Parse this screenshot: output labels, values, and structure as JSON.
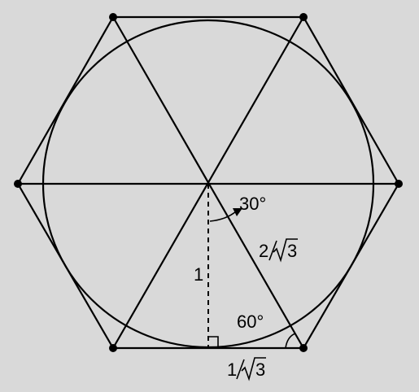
{
  "diagram": {
    "labels": {
      "angle_top": "30°",
      "hypotenuse_num": "2",
      "hypotenuse_den": "3",
      "height": "1",
      "angle_bottom": "60°",
      "half_side_num": "1",
      "half_side_den": "3"
    },
    "colors": {
      "background": "#d9d9d9",
      "stroke": "#000000"
    }
  }
}
